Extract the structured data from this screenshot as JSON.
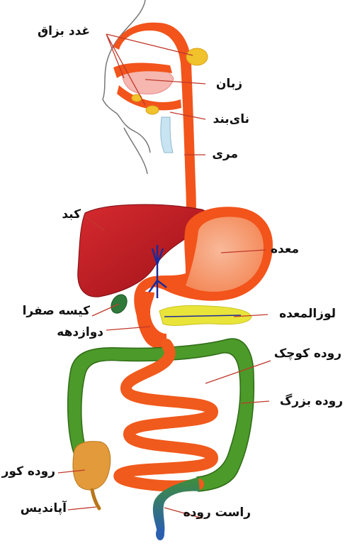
{
  "labels": {
    "salivary_gland": "غدد بزاق",
    "tongue": "زبان",
    "trachea": "نای‌بند",
    "esophagus": "مری",
    "liver": "کبد",
    "stomach": "معده",
    "gallbladder": "کیسه صفرا",
    "pancreas": "لوزالمعده",
    "duodenum": "دوازدهه",
    "small_intestine": "روده کوچک",
    "large_intestine": "روده بزرگ",
    "cecum": "روده کور",
    "appendix": "آپاندیس",
    "rectum": "راست روده"
  },
  "colors": {
    "esophagus_stomach": "#f2541b",
    "stomach_inner": "#f6a07a",
    "liver": "#b81d24",
    "gallbladder": "#2f7a3a",
    "pancreas": "#e9e43a",
    "large_intestine": "#4c9a2a",
    "small_intestine": "#f05a1c",
    "salivary_gland": "#f0c22b",
    "rectum": "#2a7fa8",
    "ducts": "#1b2a9a"
  }
}
